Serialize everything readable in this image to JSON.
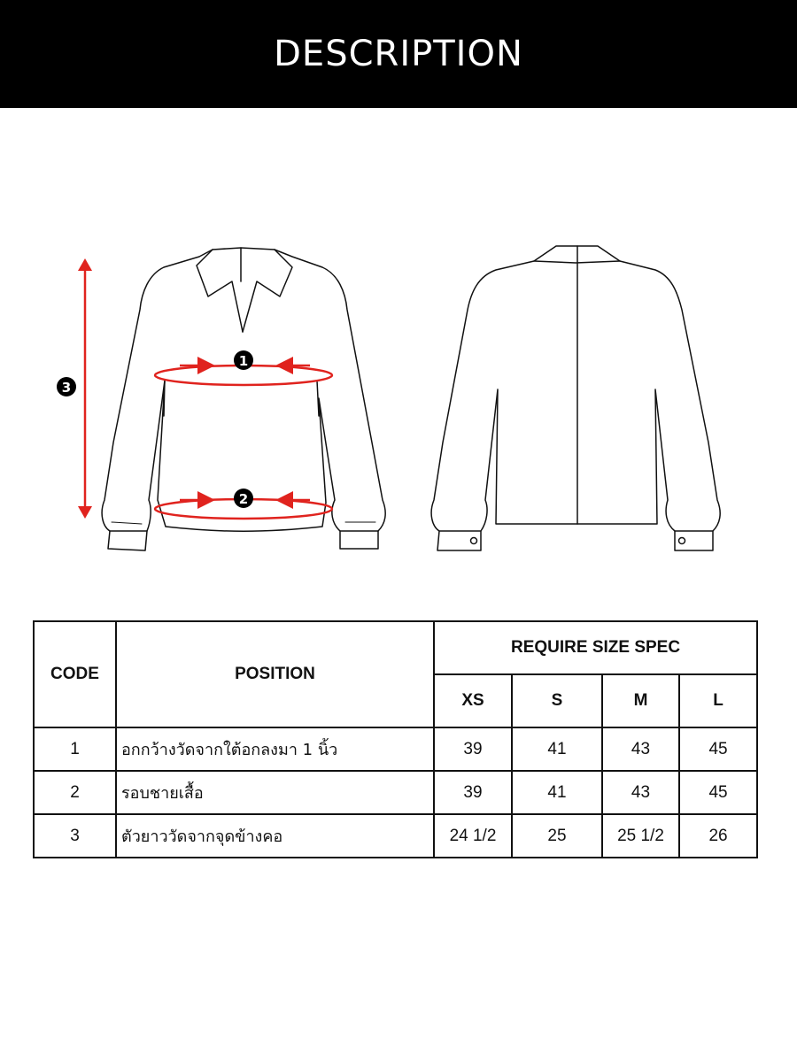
{
  "header": {
    "title": "DESCRIPTION"
  },
  "colors": {
    "header_bg": "#000000",
    "measure_red": "#e0231e",
    "line": "#111111"
  },
  "illustration": {
    "front_markers": [
      "1",
      "2",
      "3"
    ]
  },
  "table": {
    "code_header": "CODE",
    "position_header": "POSITION",
    "spec_header": "REQUIRE SIZE SPEC",
    "sizes": [
      "XS",
      "S",
      "M",
      "L"
    ],
    "rows": [
      {
        "code": "1",
        "position": "อกกว้างวัดจากใต้อกลงมา 1 นิ้ว",
        "values": [
          "39",
          "41",
          "43",
          "45"
        ]
      },
      {
        "code": "2",
        "position": "รอบชายเสื้อ",
        "values": [
          "39",
          "41",
          "43",
          "45"
        ]
      },
      {
        "code": "3",
        "position": "ตัวยาววัดจากจุดข้างคอ",
        "values": [
          "24 1/2",
          "25",
          "25 1/2",
          "26"
        ]
      }
    ]
  }
}
